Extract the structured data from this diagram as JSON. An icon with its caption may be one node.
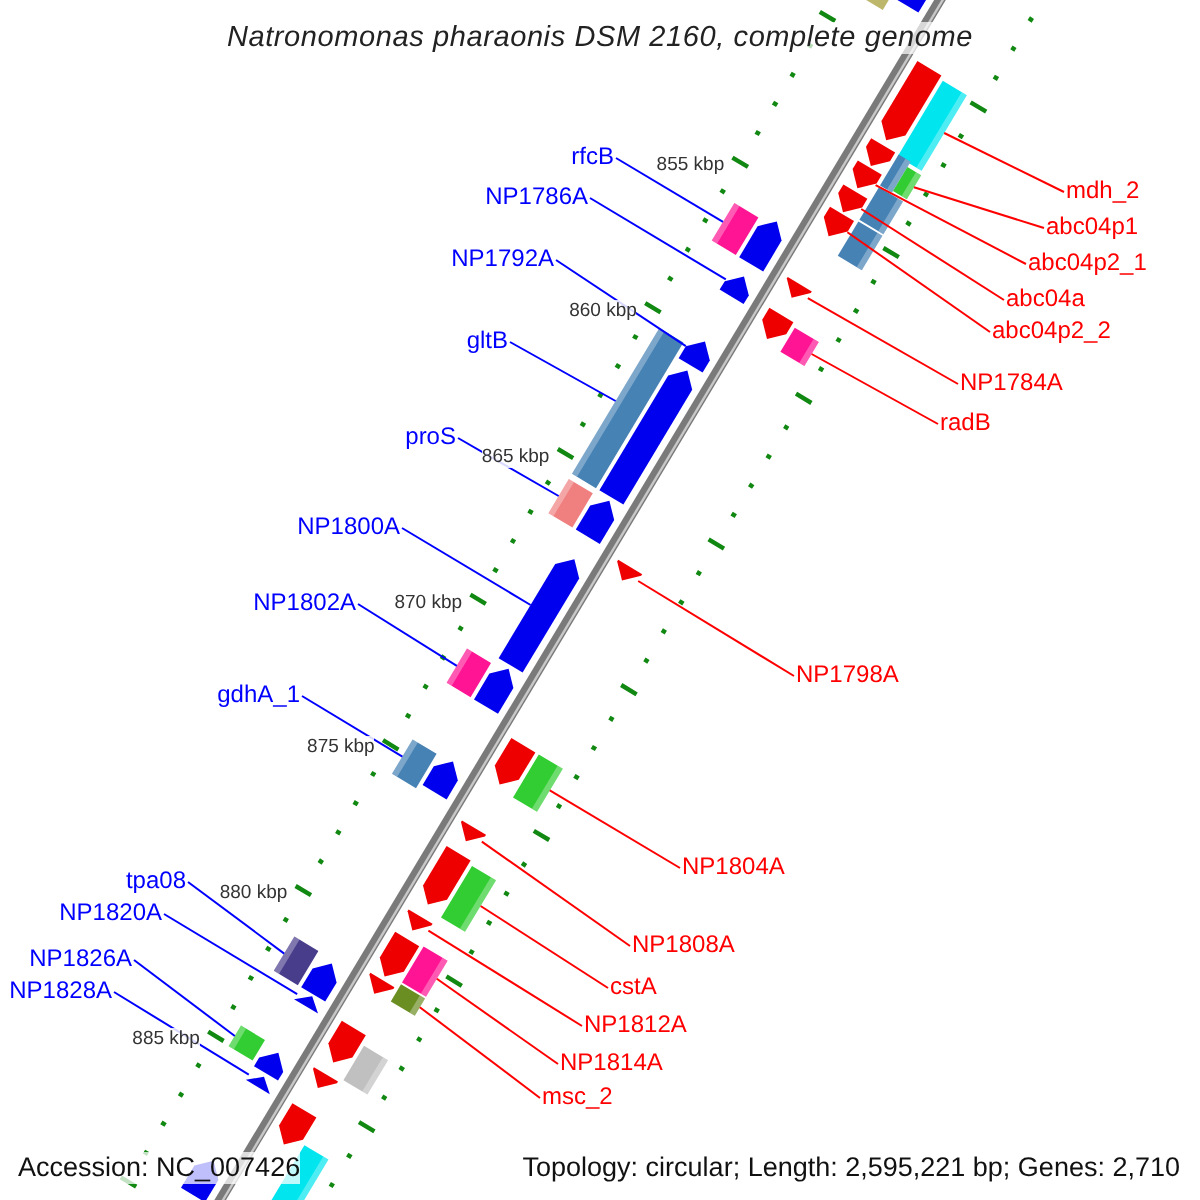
{
  "diagram": {
    "title": "Natronomonas pharaonis DSM 2160, complete genome",
    "nodes": [
      {
        "text": [
          "rfcB"
        ]
      },
      {
        "text": [
          "mdh_2"
        ]
      },
      {
        "text": [
          "NP1786A"
        ]
      },
      {
        "text": [
          "abc04p1"
        ]
      },
      {
        "text": [
          "NP1792A"
        ]
      },
      {
        "text": [
          "abc04p2_1"
        ]
      },
      {
        "text": [
          "abc04a"
        ]
      },
      {
        "text": [
          "abc04p2_2"
        ]
      },
      {
        "text": [
          "gltB"
        ]
      },
      {
        "text": [
          "NP1784A"
        ]
      },
      {
        "text": [
          "radB"
        ]
      },
      {
        "text": [
          "proS"
        ]
      },
      {
        "text": [
          "NP1800A"
        ]
      },
      {
        "text": [
          "NP1802A"
        ]
      },
      {
        "text": [
          "NP1798A"
        ]
      },
      {
        "text": [
          "gdhA_1"
        ]
      },
      {
        "text": [
          "NP1804A"
        ]
      },
      {
        "text": [
          "tpa08"
        ]
      },
      {
        "text": [
          "NP1820A"
        ]
      },
      {
        "text": [
          "NP1808A"
        ]
      },
      {
        "text": [
          "NP1826A"
        ]
      },
      {
        "text": [
          "cstA"
        ]
      },
      {
        "text": [
          "NP1828A"
        ]
      },
      {
        "text": [
          "NP1812A"
        ]
      },
      {
        "text": [
          "NP1814A"
        ]
      },
      {
        "text": [
          "msc_2"
        ]
      },
      {
        "text": [],
        "shape": "arrow"
      },
      {
        "text": [],
        "shape": "box"
      },
      {
        "text": [],
        "shape": "arrow"
      },
      {
        "text": [],
        "shape": "box"
      },
      {
        "text": [],
        "shape": "arrow"
      },
      {
        "text": [],
        "shape": "box"
      },
      {
        "text": [],
        "shape": "box"
      },
      {
        "text": [],
        "shape": "arrow"
      },
      {
        "text": [],
        "shape": "box"
      },
      {
        "text": [],
        "shape": "arrow"
      },
      {
        "text": [],
        "shape": "arrow"
      },
      {
        "text": [],
        "shape": "box"
      },
      {
        "text": [],
        "shape": "arrow"
      },
      {
        "text": [],
        "shape": "box"
      },
      {
        "text": [],
        "shape": "arrow"
      },
      {
        "text": [],
        "shape": "arrow"
      },
      {
        "text": [],
        "shape": "arrow"
      },
      {
        "text": [],
        "shape": "box"
      },
      {
        "text": [],
        "shape": "arrow"
      },
      {
        "text": [],
        "shape": "box"
      },
      {
        "text": [],
        "shape": "arrow"
      },
      {
        "text": [],
        "shape": "arrow"
      },
      {
        "text": [],
        "shape": "box"
      },
      {
        "text": [],
        "shape": "arrow"
      },
      {
        "text": [],
        "shape": "arrow"
      },
      {
        "text": [],
        "shape": "arrow"
      },
      {
        "text": [],
        "shape": "box"
      },
      {
        "text": [],
        "shape": "arrow"
      },
      {
        "text": [],
        "shape": "box"
      },
      {
        "text": [],
        "shape": "arrow"
      },
      {
        "text": [],
        "shape": "box"
      },
      {
        "text": [],
        "shape": "arrow"
      },
      {
        "text": [],
        "shape": "arrow"
      },
      {
        "text": [],
        "shape": "box"
      },
      {
        "text": [],
        "shape": "arrow"
      },
      {
        "text": [],
        "shape": "box"
      },
      {
        "text": [],
        "shape": "arrow"
      },
      {
        "text": [],
        "shape": "box"
      },
      {
        "text": [],
        "shape": "arrow"
      },
      {
        "text": [],
        "shape": "box"
      },
      {
        "text": [],
        "shape": "arrow"
      },
      {
        "text": [],
        "shape": "arrow"
      },
      {
        "text": [],
        "shape": "arrow"
      },
      {
        "text": [],
        "shape": "box"
      },
      {
        "text": [],
        "shape": "arrow"
      },
      {
        "text": [],
        "shape": "box"
      },
      {
        "text": [],
        "shape": "arrow"
      },
      {
        "text": [],
        "shape": "arrow"
      },
      {
        "text": [],
        "shape": "arrow"
      },
      {
        "text": [],
        "shape": "box"
      },
      {
        "text": [],
        "shape": "arrow"
      }
    ],
    "edges": [
      {
        "from": 0,
        "to": 39,
        "arrow": "none",
        "color": "#0000ff"
      },
      {
        "from": 1,
        "to": 29,
        "arrow": "none"
      },
      {
        "from": 2,
        "to": 41,
        "arrow": "none",
        "color": "#0000ff"
      },
      {
        "from": 3,
        "to": 32,
        "arrow": "none"
      },
      {
        "from": 4,
        "to": 44,
        "arrow": "none",
        "color": "#0000ff"
      },
      {
        "from": 5,
        "to": 33,
        "arrow": "none"
      },
      {
        "from": 6,
        "to": 35,
        "arrow": "none"
      },
      {
        "from": 7,
        "to": 36,
        "arrow": "none"
      },
      {
        "from": 8,
        "to": 45,
        "arrow": "none",
        "color": "#0000ff"
      },
      {
        "from": 9,
        "to": 40,
        "arrow": "none"
      },
      {
        "from": 10,
        "to": 43,
        "arrow": "none"
      },
      {
        "from": 11,
        "to": 48,
        "arrow": "none",
        "color": "#0000ff"
      },
      {
        "from": 12,
        "to": 50,
        "arrow": "none",
        "color": "#0000ff"
      },
      {
        "from": 13,
        "to": 52,
        "arrow": "none",
        "color": "#0000ff"
      },
      {
        "from": 14,
        "to": 49,
        "arrow": "none"
      },
      {
        "from": 15,
        "to": 56,
        "arrow": "none",
        "color": "#0000ff"
      },
      {
        "from": 16,
        "to": 54,
        "arrow": "none"
      },
      {
        "from": 17,
        "to": 65,
        "arrow": "none",
        "color": "#0000ff"
      },
      {
        "from": 18,
        "to": 67,
        "arrow": "none",
        "color": "#0000ff"
      },
      {
        "from": 19,
        "to": 57,
        "arrow": "none"
      },
      {
        "from": 20,
        "to": 71,
        "arrow": "none",
        "color": "#0000ff"
      },
      {
        "from": 21,
        "to": 59,
        "arrow": "none"
      },
      {
        "from": 22,
        "to": 73,
        "arrow": "none",
        "color": "#0000ff"
      },
      {
        "from": 23,
        "to": 60,
        "arrow": "none"
      },
      {
        "from": 24,
        "to": 61,
        "arrow": "none"
      },
      {
        "from": 25,
        "to": 63,
        "arrow": "none"
      }
    ],
    "labels": [
      "855 kbp",
      "860 kbp",
      "865 kbp",
      "870 kbp",
      "875 kbp",
      "880 kbp",
      "885 kbp",
      "Accession: NC_007426",
      "Topology: circular; Length: 2,595,221 bp; Genes: 2,710"
    ]
  }
}
